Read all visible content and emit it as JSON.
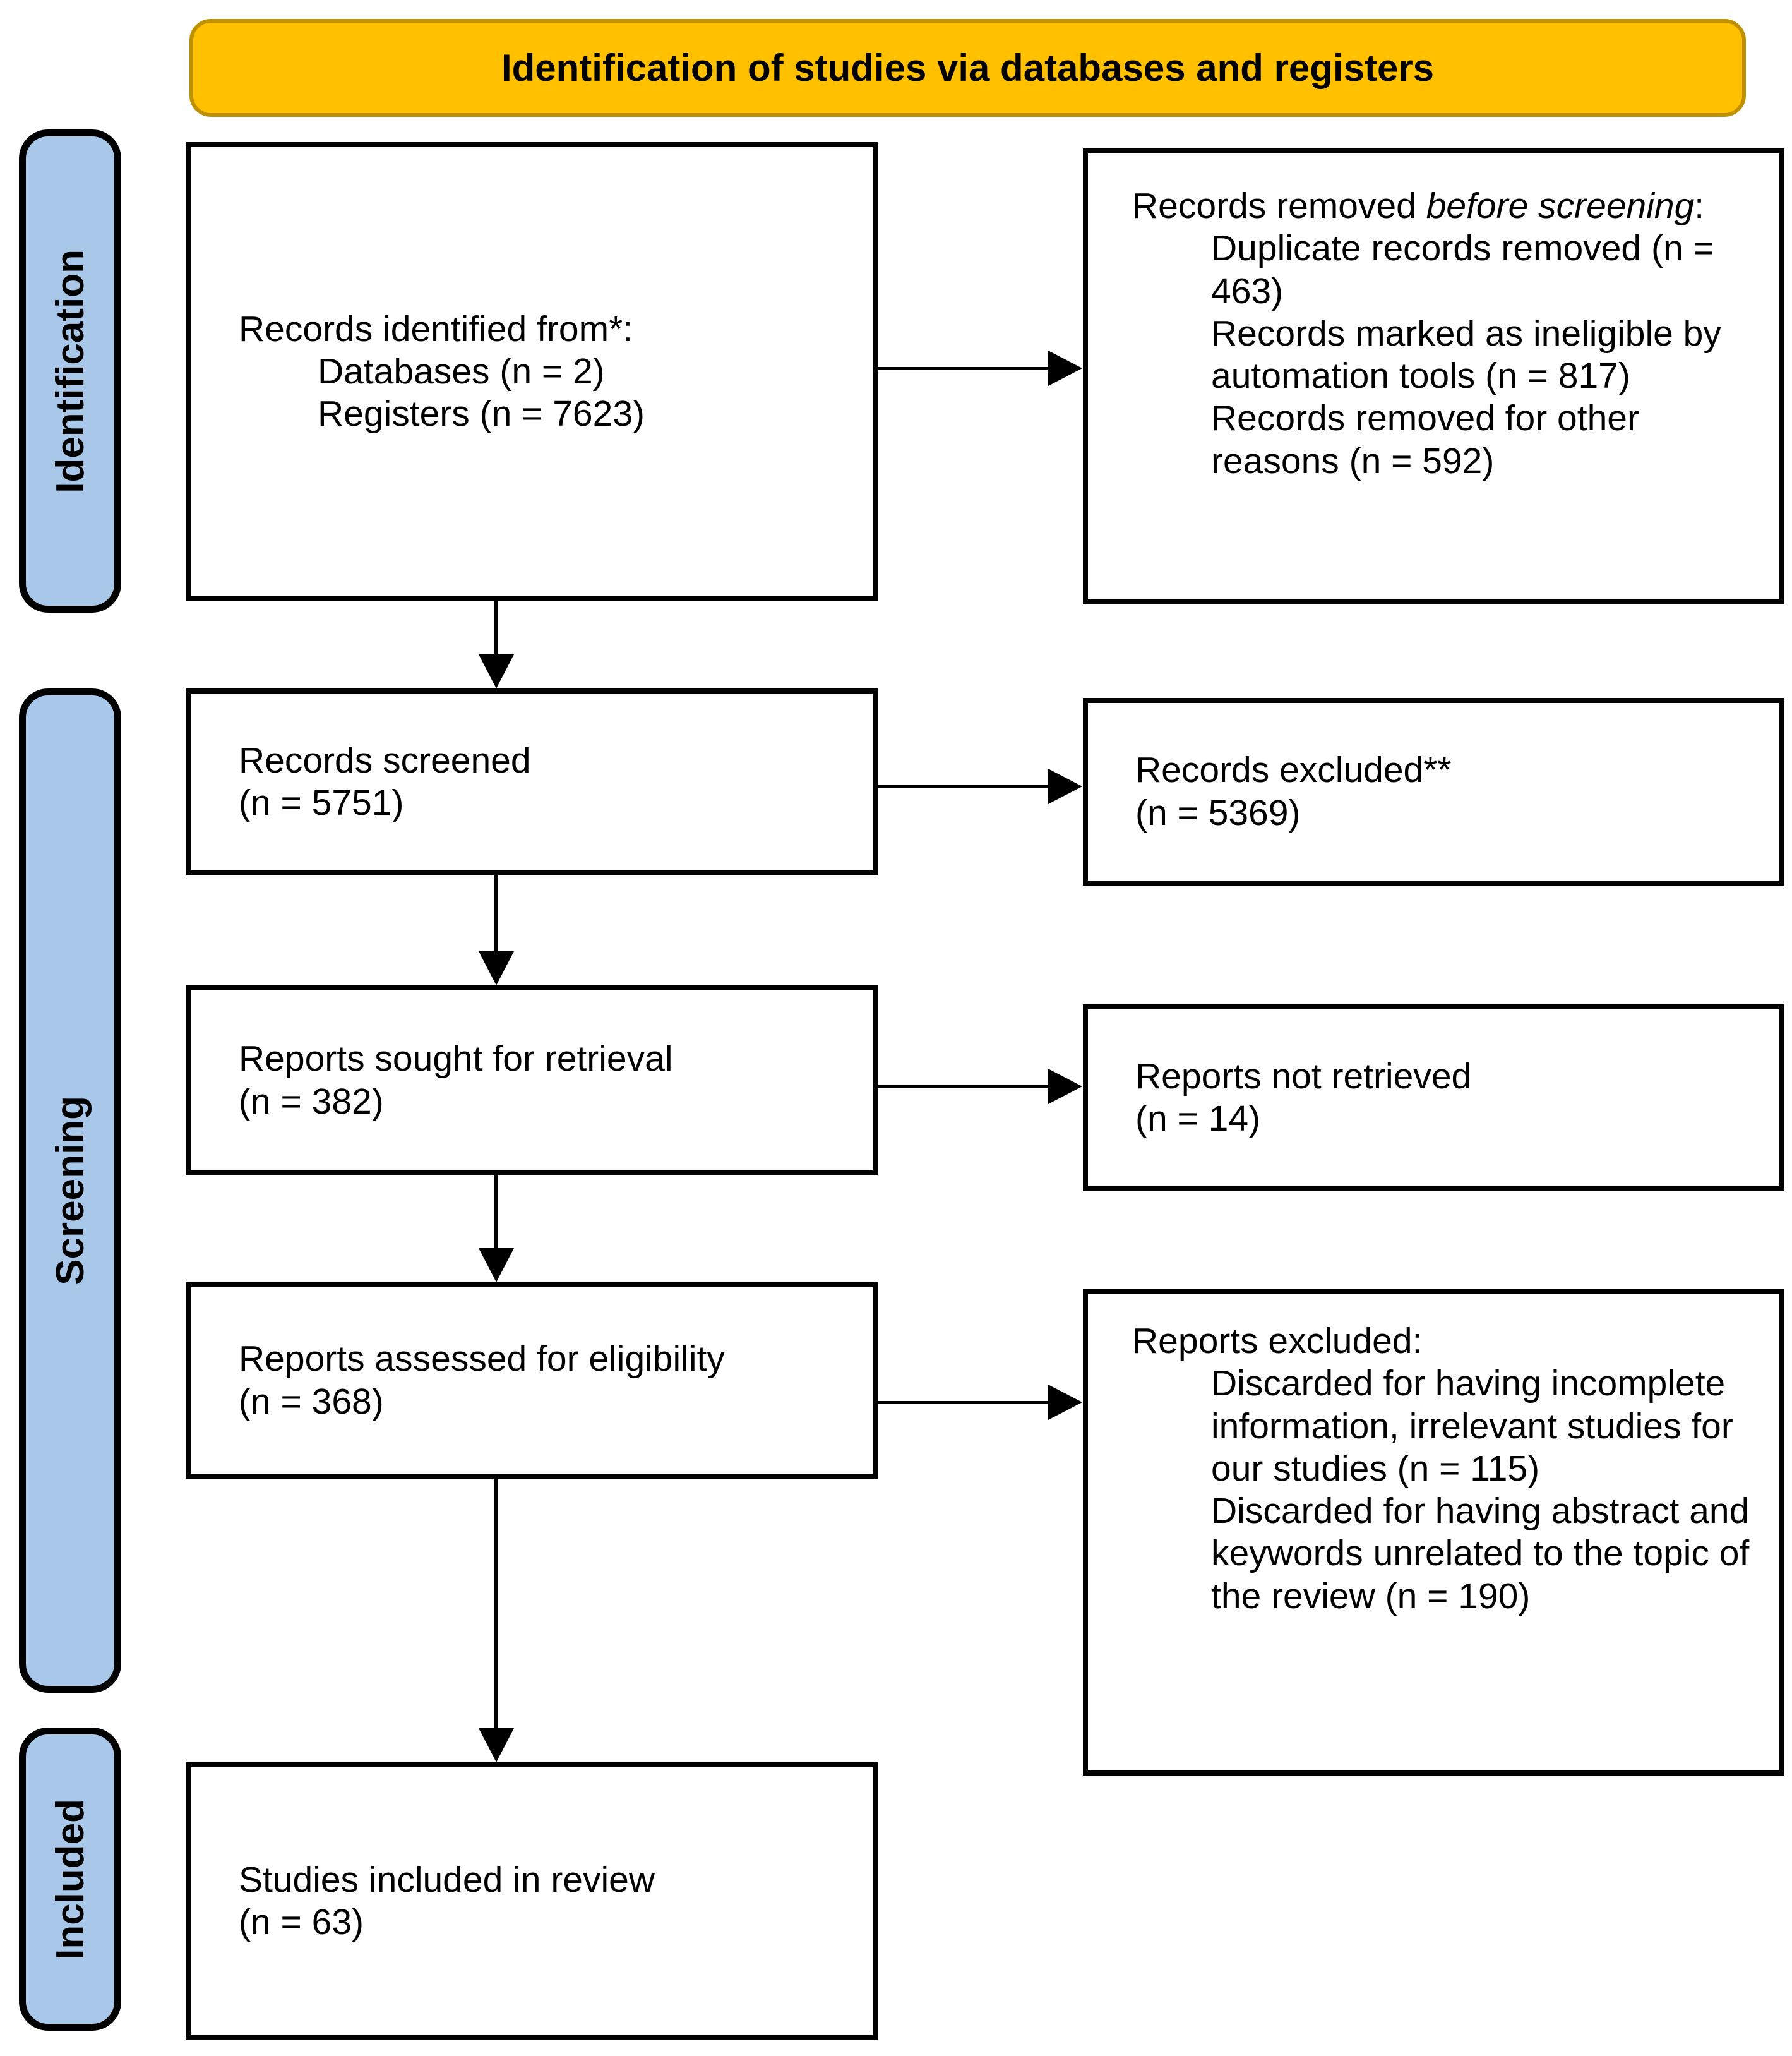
{
  "banner": {
    "title": "Identification of studies via databases and registers"
  },
  "colors": {
    "banner_fill": "#FFC000",
    "banner_border": "#BF9000",
    "stage_fill": "#A8C7E9",
    "stroke": "#000000"
  },
  "stages": {
    "identification": "Identification",
    "screening": "Screening",
    "included": "Included"
  },
  "boxes": {
    "identified": {
      "heading": "Records identified from*:",
      "items": [
        "Databases (n = 2)",
        "Registers (n = 7623)"
      ]
    },
    "removed": {
      "heading_prefix": "Records removed ",
      "heading_italic": "before screening",
      "heading_suffix": ":",
      "items": [
        "Duplicate records removed (n = 463)",
        "Records marked as ineligible by automation tools (n = 817)",
        "Records removed for other reasons (n = 592)"
      ]
    },
    "screened": {
      "label": "Records screened",
      "count": "(n = 5751)"
    },
    "excluded": {
      "label": "Records excluded**",
      "count": "(n = 5369)"
    },
    "sought": {
      "label": "Reports sought for retrieval",
      "count": "(n = 382)"
    },
    "not_retrieved": {
      "label": "Reports not retrieved",
      "count": "(n = 14)"
    },
    "assessed": {
      "label": "Reports assessed for eligibility",
      "count": "(n = 368)"
    },
    "reports_excluded": {
      "heading": "Reports excluded:",
      "items": [
        "Discarded for having incomplete information, irrelevant studies for our studies (n = 115)",
        "Discarded for having abstract and keywords unrelated to the topic of the review (n = 190)"
      ]
    },
    "included_review": {
      "label": "Studies included in review",
      "count": "(n = 63)"
    }
  }
}
